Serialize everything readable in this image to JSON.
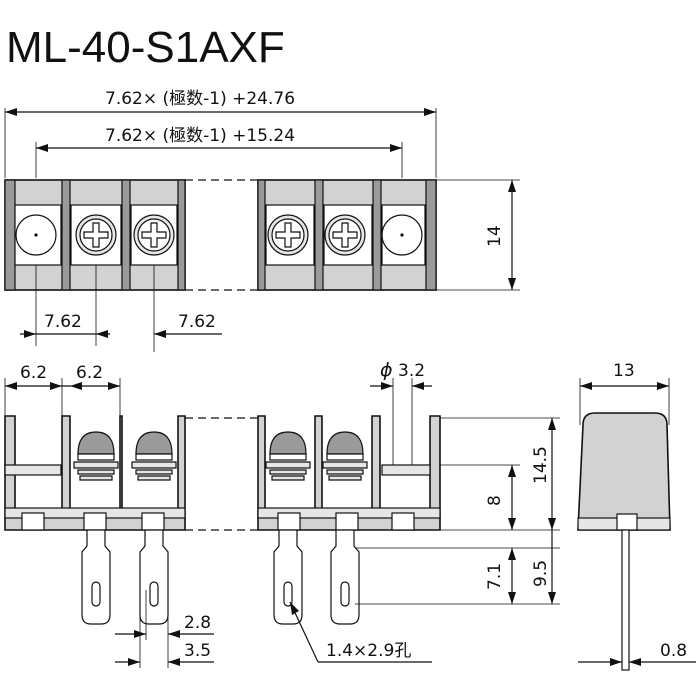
{
  "title": "ML-40-S1AXF",
  "dimensions": {
    "overall_width": "7.62× (極数-1) +24.76",
    "pitch_span": "7.62× (極数-1) +15.24",
    "height_top_view": "14",
    "pitch_left": "7.62",
    "pitch_right": "7.62",
    "wall_left": "6.2",
    "wall_right": "6.2",
    "phi": "ϕ",
    "hole_dia": "3.2",
    "side_width": "13",
    "total_height": "14.5",
    "lower_height": "8",
    "pin_length": "9.5",
    "pin_to_hole": "7.1",
    "pin_width": "2.8",
    "pin_pitch": "3.5",
    "slot_hole": "1.4×2.9孔",
    "pin_thickness": "0.8"
  }
}
